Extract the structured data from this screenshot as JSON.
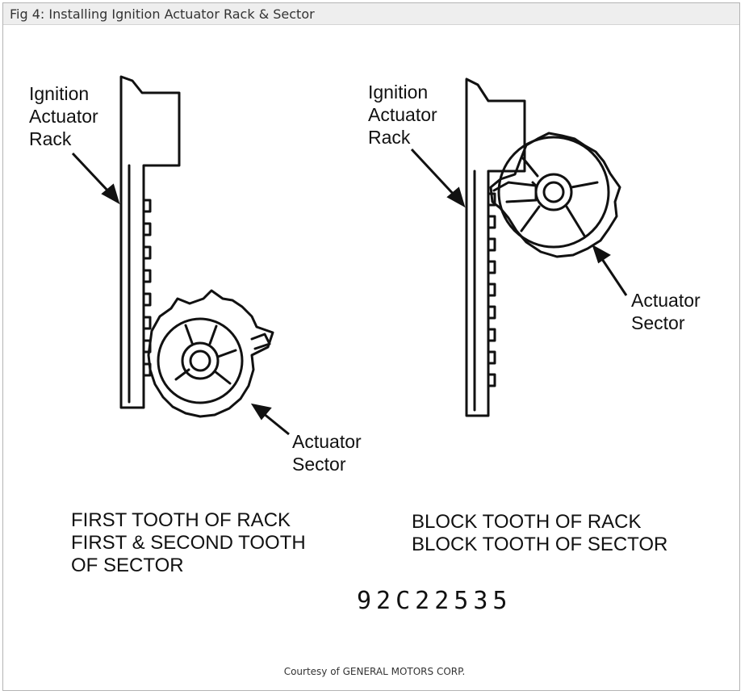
{
  "window": {
    "title": "Fig 4: Installing Ignition Actuator Rack & Sector"
  },
  "figure": {
    "left": {
      "rack_label": [
        "Ignition",
        "Actuator",
        "Rack"
      ],
      "sector_label": [
        "Actuator",
        "Sector"
      ],
      "caption": [
        "FIRST TOOTH OF RACK",
        "FIRST & SECOND TOOTH",
        "OF SECTOR"
      ]
    },
    "right": {
      "rack_label": [
        "Ignition",
        "Actuator",
        "Rack"
      ],
      "sector_label": [
        "Actuator",
        "Sector"
      ],
      "caption": [
        "BLOCK TOOTH OF RACK",
        "BLOCK TOOTH OF SECTOR"
      ]
    },
    "code": "92C22535"
  },
  "footer": {
    "courtesy": "Courtesy of GENERAL MOTORS CORP."
  }
}
